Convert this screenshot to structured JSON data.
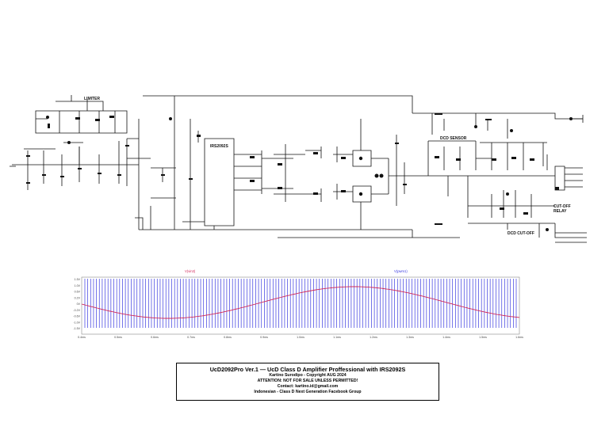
{
  "schematic": {
    "blocks": {
      "limiter": "LIMITER",
      "ic": "IRS2092S",
      "dcd": "DCD SENSOR",
      "cutoff_relay": "CUT-OFF\nRELAY",
      "dcd_cutoff": "DCD CUT-OFF"
    }
  },
  "scope": {
    "trace_labels": [
      "V(vin3)",
      "V(pwm1)"
    ],
    "y_ticks": [
      "1.5V",
      "1.0V",
      "0.6V",
      "0.2V",
      "0V",
      "-0.2V",
      "-0.6V",
      "-1.0V",
      "-1.5V"
    ],
    "x_ticks": [
      "0.4ms",
      "0.5ms",
      "0.6ms",
      "0.7ms",
      "0.8ms",
      "0.9ms",
      "1.0ms",
      "1.1ms",
      "1.2ms",
      "1.3ms",
      "1.4ms",
      "1.5ms",
      "1.6ms"
    ],
    "colors": {
      "pwm": "#3a3ae0",
      "sine": "#d0285a"
    }
  },
  "titleblock": {
    "title": "UcD2092Pro Ver.1 — UcD Class D Amplifier Proffessional with IRS2092S",
    "lines": [
      "Kartino Surodipo - Copyright AUG 2024",
      "ATTENTION: NOT FOR SALE UNLESS PERMITTED!",
      "Contact: kartino.id@gmail.com",
      "Indonesian - Class D Next Generation Facebook Group"
    ]
  }
}
